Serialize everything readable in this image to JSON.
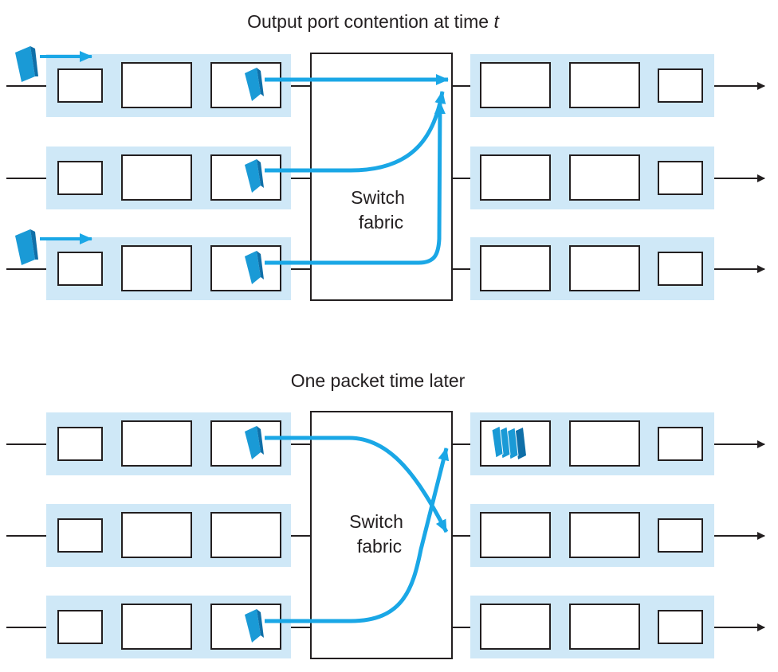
{
  "colors": {
    "port_background": "#cfe8f7",
    "flow_arrow": "#1aa7e6",
    "packet_front": "#1a9ad6",
    "packet_side": "#0f6fa8",
    "line": "#231f20"
  },
  "panels": [
    {
      "id": "top",
      "title": "Output port contention at time ",
      "title_italic": "t",
      "fabric_label_line1": "Switch",
      "fabric_label_line2": "fabric",
      "incoming_packets_on_inputs": [
        1,
        3
      ],
      "packets_at_input_heads": [
        1,
        2,
        3
      ],
      "packets_queued_at_outputs": [],
      "flows": [
        "input-1 to output-1",
        "input-2 to output-1",
        "input-3 to output-1"
      ]
    },
    {
      "id": "bottom",
      "title": "One packet time later",
      "title_italic": "",
      "fabric_label_line1": "Switch",
      "fabric_label_line2": "fabric",
      "incoming_packets_on_inputs": [],
      "packets_at_input_heads": [
        1,
        3
      ],
      "packets_queued_at_outputs": [
        1
      ],
      "flows": [
        "input-1 to output-2",
        "input-3 to output-1"
      ]
    }
  ]
}
